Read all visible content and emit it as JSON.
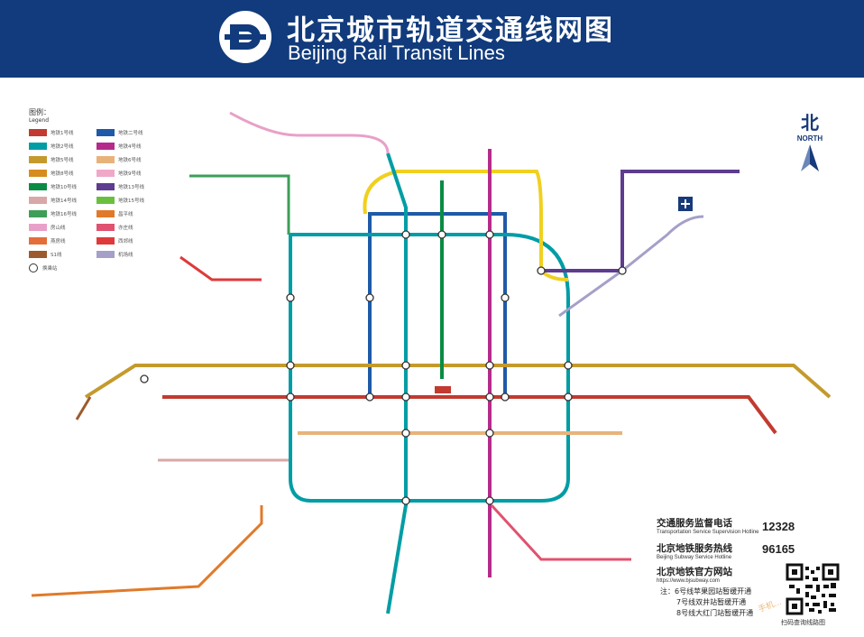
{
  "header": {
    "title_cn": "北京城市轨道交通线网图",
    "title_en": "Beijing Rail Transit Lines",
    "bg_color": "#113b7c",
    "logo_icon": "beijing-subway-logo-icon"
  },
  "legend": {
    "title_cn": "图例：",
    "title_en": "Legend",
    "transfer_label": "换乘站",
    "items": [
      {
        "label": "地铁1号线",
        "color": "#c23a30"
      },
      {
        "label": "地铁二号线",
        "color": "#1e5aa8"
      },
      {
        "label": "地铁2号线",
        "color": "#009da5"
      },
      {
        "label": "地铁4号线",
        "color": "#b52b8b"
      },
      {
        "label": "地铁5号线",
        "color": "#c49a2c"
      },
      {
        "label": "地铁6号线",
        "color": "#e8b37a"
      },
      {
        "label": "地铁8号线",
        "color": "#d68d1e"
      },
      {
        "label": "地铁9号线",
        "color": "#f0a8c8"
      },
      {
        "label": "地铁10号线",
        "color": "#0a8c44"
      },
      {
        "label": "地铁13号线",
        "color": "#5e3c8f"
      },
      {
        "label": "地铁14号线",
        "color": "#d8a8a8"
      },
      {
        "label": "地铁15号线",
        "color": "#6bbf3f"
      },
      {
        "label": "地铁16号线",
        "color": "#3e9e58"
      },
      {
        "label": "昌平线",
        "color": "#e07a2a"
      },
      {
        "label": "房山线",
        "color": "#e8a0c8"
      },
      {
        "label": "亦庄线",
        "color": "#e0526f"
      },
      {
        "label": "燕房线",
        "color": "#e46d3a"
      },
      {
        "label": "西郊线",
        "color": "#de3a3a"
      },
      {
        "label": "S1线",
        "color": "#9d5a2c"
      },
      {
        "label": "机场线",
        "color": "#a4a0c8"
      }
    ]
  },
  "north": {
    "cn": "北",
    "en": "NORTH"
  },
  "info": {
    "supervision_cn": "交通服务监督电话",
    "supervision_en": "Transportation Service Supervision Hotline",
    "supervision_num": "12328",
    "hotline_cn": "北京地铁服务热线",
    "hotline_en": "Beijing Subway Service Hotline",
    "hotline_num": "96165",
    "website_cn": "北京地铁官方网站",
    "website_en": "https://www.bjsubway.com"
  },
  "notes": [
    "注：6号线苹果园站暂缓开通",
    "7号线双井站暂缓开通",
    "8号线大红门站暂缓开通"
  ],
  "qr_caption": "扫码查询线路图",
  "watermark": "手机..."
}
